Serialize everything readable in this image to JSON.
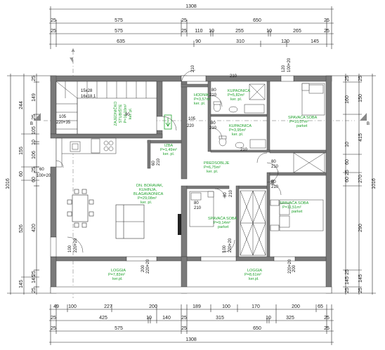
{
  "dims_top": {
    "total": "1308",
    "row1": [
      "25",
      "575",
      "25",
      "650",
      "25"
    ],
    "row2": [
      "25",
      "575",
      "25",
      "110",
      "10",
      "255",
      "10",
      "265",
      "25"
    ],
    "row3": [
      "635",
      "90",
      "310",
      "120",
      "145"
    ]
  },
  "dims_bottom": {
    "row1": [
      "49",
      "100",
      "227",
      "200",
      "189",
      "100",
      "170",
      "200",
      "65"
    ],
    "row2": [
      "25",
      "425",
      "10",
      "140",
      "25",
      "315",
      "10",
      "325",
      "25"
    ],
    "row3": [
      "25",
      "575",
      "25",
      "650",
      "25"
    ],
    "total": "1308"
  },
  "dims_left": {
    "total": "1016",
    "row_a": [
      "244",
      "155",
      "60",
      "526",
      "145"
    ],
    "row_b": [
      "25",
      "149",
      "25",
      "105",
      "10",
      "106",
      "25",
      "60",
      "420",
      "25",
      "145",
      "25"
    ]
  },
  "dims_right": {
    "total": "1016",
    "row_a": [
      "25",
      "150",
      "415",
      "270",
      "290",
      "145",
      "25"
    ],
    "row_b": [
      "25",
      "160",
      "10",
      "60",
      "25",
      "60",
      "25",
      "145",
      "25"
    ]
  },
  "section_marks": {
    "left": "B",
    "right": "B",
    "top": "A"
  },
  "rooms": {
    "stairs": {
      "line1": "ZAJEDNIČKO",
      "line2": "STUBIŠTE",
      "line3": "P=16,10m²",
      "line4": "ker. pl."
    },
    "stair_note": "15x28",
    "stair_note2": "16x18,1",
    "hodnik": {
      "name": "HODNIK",
      "area": "P=3,57m²",
      "floor": "ker. pl."
    },
    "kupaonica": {
      "name": "KUPAONICA",
      "area": "P=5,82m²",
      "floor": "ker. pl."
    },
    "spavaca1": {
      "name": "SPAVAĆA SOBA",
      "area": "P=10,07m²",
      "floor": "parket"
    },
    "izba": {
      "name": "IZBA",
      "area": "P=1,49m²",
      "floor": "ker. pl."
    },
    "kupaonica2": {
      "name": "KUPAONICA",
      "area": "P=3,95m²",
      "floor": "ker. pl."
    },
    "predsoblje": {
      "name": "PREDSOBLJE",
      "area": "P=6,75m²",
      "floor": "ker. pl."
    },
    "boravak": {
      "name1": "DN. BORAVAK,",
      "name2": "KUHINJA,",
      "name3": "BLAGAVAONICA",
      "area": "P=29,08m²",
      "floor": "ker. pl."
    },
    "spavaca2": {
      "name": "SPAVAĆA SOBA",
      "area": "P=9,14m²",
      "floor": "parket"
    },
    "spavaca3": {
      "name": "SPAVAĆA SOBA",
      "area": "P=11,51m²",
      "floor": "parket"
    },
    "loggia1": {
      "name": "LOGGIA",
      "area": "P=7,83m²",
      "floor": "ker.pl."
    },
    "loggia2": {
      "name": "LOGGIA",
      "area": "P=8,61m²",
      "floor": "ker.pl."
    }
  },
  "openings": {
    "d1": "210",
    "d2": "80",
    "d3": "210",
    "d4": "80",
    "d5": "210",
    "d6": "105",
    "d7": "220+35",
    "d8": "105",
    "d9": "220",
    "d10": "120",
    "d11": "100+20",
    "d12": "80",
    "d13": "210",
    "d14": "80",
    "d15": "210",
    "d16": "60",
    "d17": "100+20",
    "d18": "60",
    "d19": "210",
    "d20": "80",
    "d21": "210",
    "d22": "80",
    "d23": "210",
    "d24": "80",
    "d25": "210",
    "d26": "100",
    "d27": "220+20",
    "d28": "100",
    "d29": "220+20",
    "d30": "200",
    "d31": "220+20",
    "d32": "200",
    "d33": "220+20",
    "d34": "90",
    "d35": "210"
  }
}
